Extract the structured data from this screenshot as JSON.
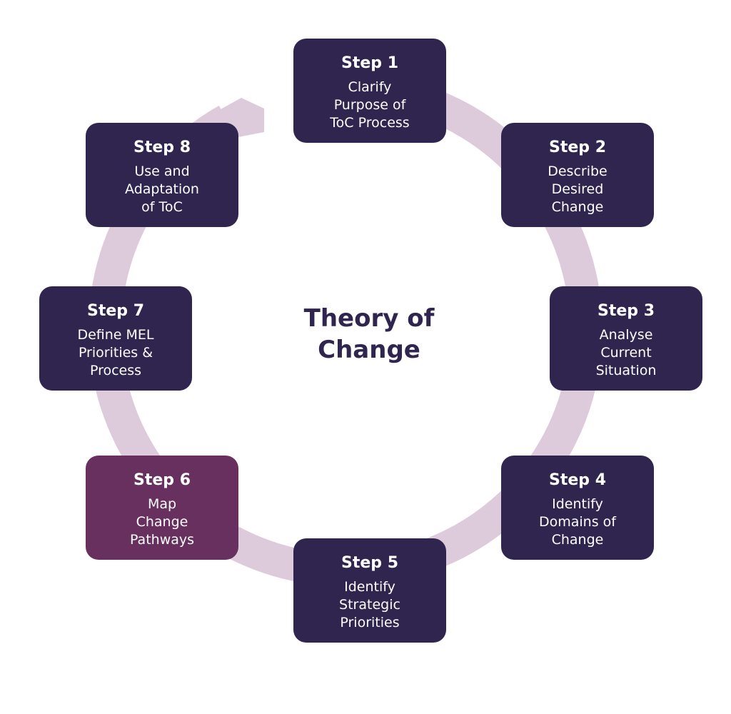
{
  "diagram": {
    "title": "Theory of\nChange",
    "colors": {
      "box": "#30254f",
      "highlight_box": "#67305f",
      "ring": "#ddcadb",
      "title": "#30254f",
      "box_text": "#ffffff"
    },
    "steps": [
      {
        "title": "Step 1",
        "description": "Clarify\nPurpose of\nToC Process"
      },
      {
        "title": "Step 2",
        "description": "Describe\nDesired\nChange"
      },
      {
        "title": "Step 3",
        "description": "Analyse\nCurrent\nSituation"
      },
      {
        "title": "Step 4",
        "description": "Identify\nDomains of\nChange"
      },
      {
        "title": "Step 5",
        "description": "Identify\nStrategic\nPriorities"
      },
      {
        "title": "Step 6",
        "description": "Map\nChange\nPathways",
        "highlighted": true
      },
      {
        "title": "Step 7",
        "description": "Define MEL\nPriorities &\nProcess"
      },
      {
        "title": "Step 8",
        "description": "Use and\nAdaptation\nof ToC"
      }
    ]
  }
}
